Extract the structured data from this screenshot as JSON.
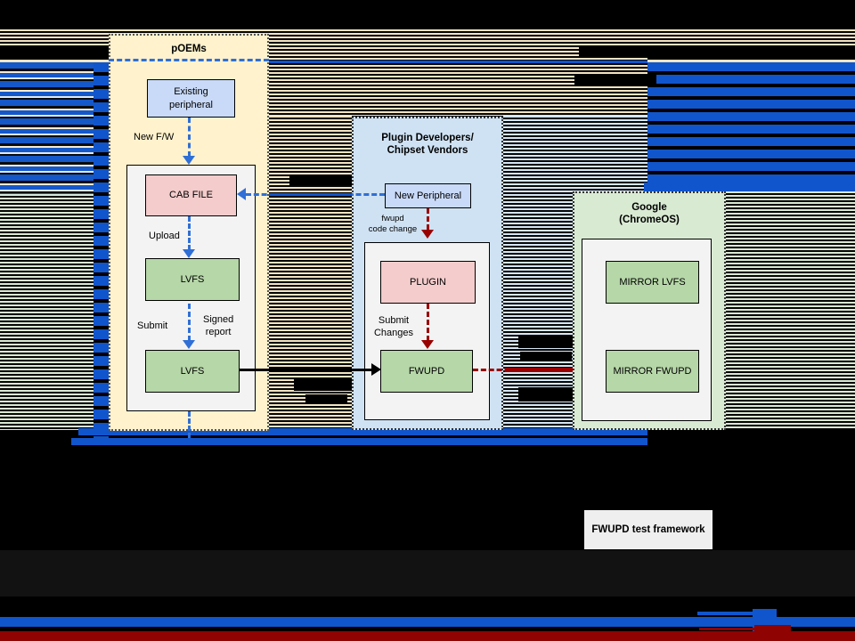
{
  "colors": {
    "accent_blue": "#1155cc",
    "arrow_blue": "#2f6fd6",
    "arrow_dark_red": "#990000",
    "bottom_red_bar": "#8f0303",
    "lane_yellow": "#fff2cc",
    "lane_blue": "#cfe2f3",
    "lane_green": "#d9ead3",
    "panel_gray": "#f3f3f3",
    "node_blue": "#c9daf8",
    "node_pink": "#f4cccc",
    "node_green": "#b6d7a8",
    "stripe_tan": "#f2e4c3",
    "stripe_green": "#dbe9d4",
    "stripe_lightblue": "#d6e6f4"
  },
  "lanes": {
    "poems": {
      "title": "pOEMs"
    },
    "plugin_devs": {
      "title": "Plugin Developers/\nChipset Vendors"
    },
    "google": {
      "title": "Google\n(ChromeOS)"
    }
  },
  "nodes": {
    "existing_peripheral": "Existing\nperipheral",
    "cab_file": "CAB FILE",
    "lvfs_top": "LVFS",
    "lvfs_bottom": "LVFS",
    "new_peripheral": "New Peripheral",
    "plugin": "PLUGIN",
    "fwupd": "FWUPD",
    "mirror_lvfs": "MIRROR LVFS",
    "mirror_fwupd": "MIRROR FWUPD",
    "test_framework": "FWUPD test framework"
  },
  "edge_labels": {
    "new_fw": "New F/W",
    "upload": "Upload",
    "submit": "Submit",
    "signed_report": "Signed\nreport",
    "fwupd_code_change": "fwupd\ncode change",
    "submit_changes": "Submit\nChanges"
  }
}
